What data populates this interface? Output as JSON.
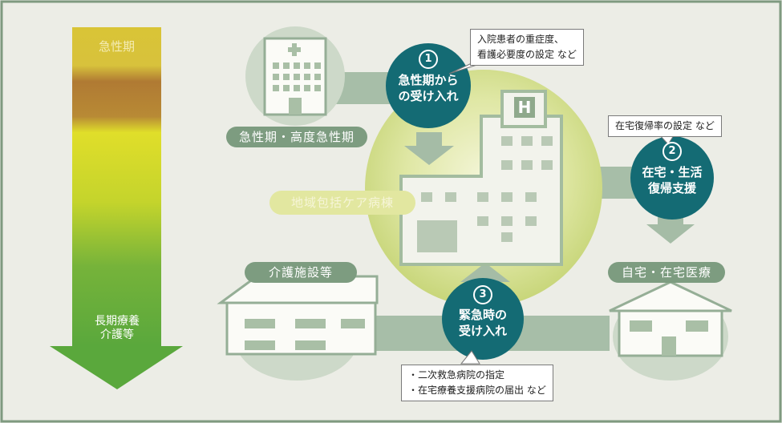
{
  "colors": {
    "teal": "#146b74",
    "sage": "#8aa88d",
    "lime": "#d8e39a",
    "outline": "#6f8a72",
    "gradient_top": "#d9c436",
    "gradient_band": "#b07a33",
    "gradient_mid": "#e0de2a",
    "gradient_bottom": "#5aa83c"
  },
  "axis": {
    "top_label": "急性期",
    "bottom_label": "長期療養\n介護等"
  },
  "center_label": "地域包括ケア病棟",
  "hospital_sign": "H",
  "acute_hospital": {
    "label": "急性期・高度急性期",
    "icon": "hospital-building-icon"
  },
  "care_facility": {
    "label": "介護施設等",
    "icon": "care-facility-building-icon"
  },
  "home": {
    "label": "自宅・在宅医療",
    "icon": "house-icon"
  },
  "functions": [
    {
      "number": "1",
      "text": "急性期から\nの受け入れ",
      "note": "入院患者の重症度、\n看護必要度の設定 など"
    },
    {
      "number": "2",
      "text": "在宅・生活\n復帰支援",
      "note": "在宅復帰率の設定 など"
    },
    {
      "number": "3",
      "text": "緊急時の\n受け入れ",
      "note": "・二次救急病院の指定\n・在宅療養支援病院の届出 など"
    }
  ]
}
